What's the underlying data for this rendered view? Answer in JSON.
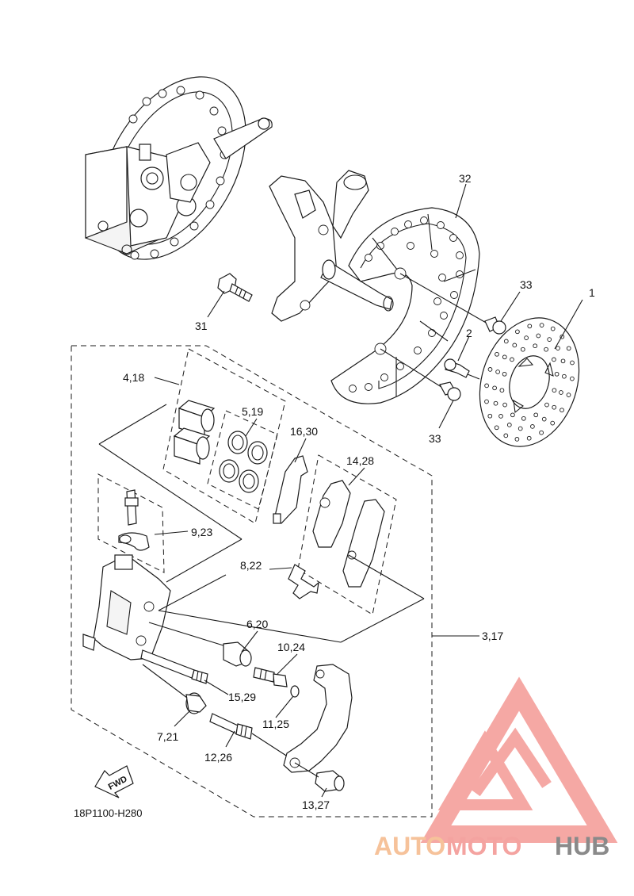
{
  "diagram": {
    "drawing_code": "18P1100-H280",
    "fwd_label": "FWD",
    "part_labels": [
      {
        "id": "l1",
        "text": "1"
      },
      {
        "id": "l2",
        "text": "2"
      },
      {
        "id": "l31",
        "text": "31"
      },
      {
        "id": "l32",
        "text": "32"
      },
      {
        "id": "l33a",
        "text": "33"
      },
      {
        "id": "l33b",
        "text": "33"
      },
      {
        "id": "l418",
        "text": "4,18"
      },
      {
        "id": "l519",
        "text": "5,19"
      },
      {
        "id": "l1630",
        "text": "16,30"
      },
      {
        "id": "l1428",
        "text": "14,28"
      },
      {
        "id": "l923",
        "text": "9,23"
      },
      {
        "id": "l822",
        "text": "8,22"
      },
      {
        "id": "l620",
        "text": "6,20"
      },
      {
        "id": "l1024",
        "text": "10,24"
      },
      {
        "id": "l317",
        "text": "3,17"
      },
      {
        "id": "l1529",
        "text": "15,29"
      },
      {
        "id": "l1125",
        "text": "11,25"
      },
      {
        "id": "l721",
        "text": "7,21"
      },
      {
        "id": "l1226",
        "text": "12,26"
      },
      {
        "id": "l1327",
        "text": "13,27"
      }
    ]
  },
  "watermark": {
    "text_part1": "AUTO",
    "text_part2": "MOTO",
    "text_part3": "HUB",
    "colors": {
      "part1": "#f6c29a",
      "part2": "#f4a3a0",
      "part3": "#8a8a8a",
      "logo": "#f28b86"
    }
  }
}
